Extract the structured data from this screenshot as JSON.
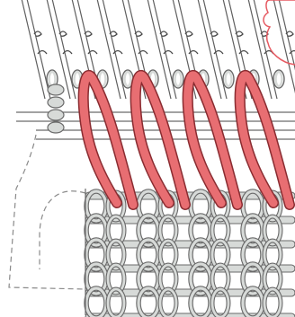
{
  "diagram": {
    "colors": {
      "background": "#ffffff",
      "needle": "#5f5f5f",
      "needle_dark": "#4a4a4a",
      "yarn_grey_fill": "#d7dad8",
      "yarn_grey_stroke": "#6a6a6a",
      "yarn_red_fill": "#e86e72",
      "yarn_red_stroke": "#8a2c31",
      "dashed_line": "#8a8a8a",
      "callout": "#e65a62"
    },
    "counts": {
      "needles": 11,
      "red_loops": 4,
      "knitted_columns": 4,
      "knitted_rows": 5
    },
    "icons": {
      "callout": "callout-bracket-shape"
    }
  }
}
